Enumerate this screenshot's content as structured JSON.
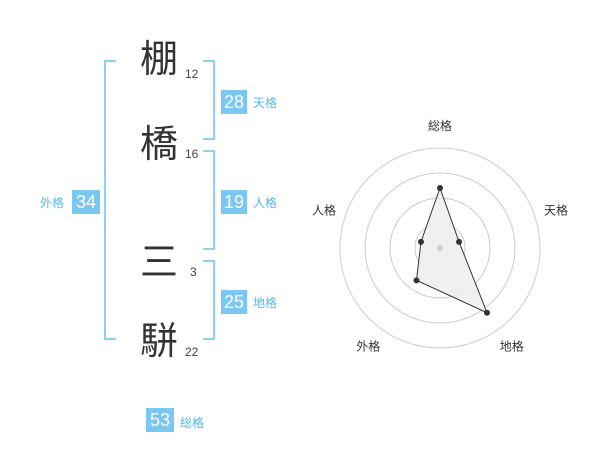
{
  "characters": [
    {
      "char": "棚",
      "strokes": "12"
    },
    {
      "char": "橋",
      "strokes": "16"
    },
    {
      "char": "三",
      "strokes": "3"
    },
    {
      "char": "駢",
      "strokes": "22"
    }
  ],
  "fortunes": {
    "tenkaku": {
      "value": "28",
      "label": "天格"
    },
    "jinkaku": {
      "value": "19",
      "label": "人格"
    },
    "chikaku": {
      "value": "25",
      "label": "地格"
    },
    "gaikaku": {
      "value": "34",
      "label": "外格"
    },
    "soukaku": {
      "value": "53",
      "label": "総格"
    }
  },
  "chart_data": {
    "type": "radar",
    "axes": [
      "総格",
      "天格",
      "地格",
      "外格",
      "人格"
    ],
    "values": [
      3,
      1,
      4,
      2,
      1
    ],
    "max": 5,
    "rings": 4,
    "colors": {
      "fill": "#eeeeee",
      "line": "#333333",
      "point": "#333333",
      "ring": "#cccccc"
    }
  }
}
